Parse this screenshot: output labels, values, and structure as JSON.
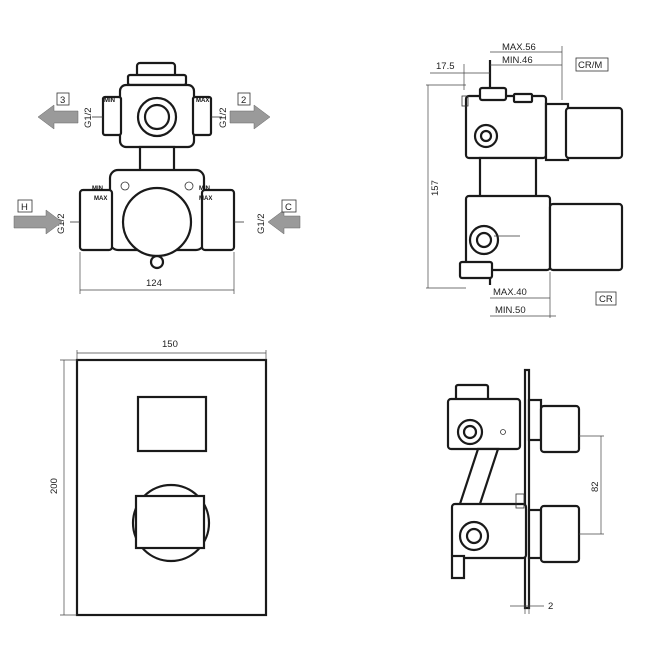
{
  "labels": {
    "port_3": "3",
    "port_2": "2",
    "port_h": "H",
    "port_c": "C",
    "thread": "G1/2",
    "min": "MIN",
    "max": "MAX",
    "width_124": "124",
    "max_56": "MAX.56",
    "min_46": "MIN.46",
    "dim_17_5": "17.5",
    "cr_m": "CR/M",
    "height_157": "157",
    "max_40": "MAX.40",
    "min_50": "MIN.50",
    "cr": "CR",
    "width_150": "150",
    "height_200": "200",
    "dim_82": "82",
    "dim_2": "2"
  }
}
